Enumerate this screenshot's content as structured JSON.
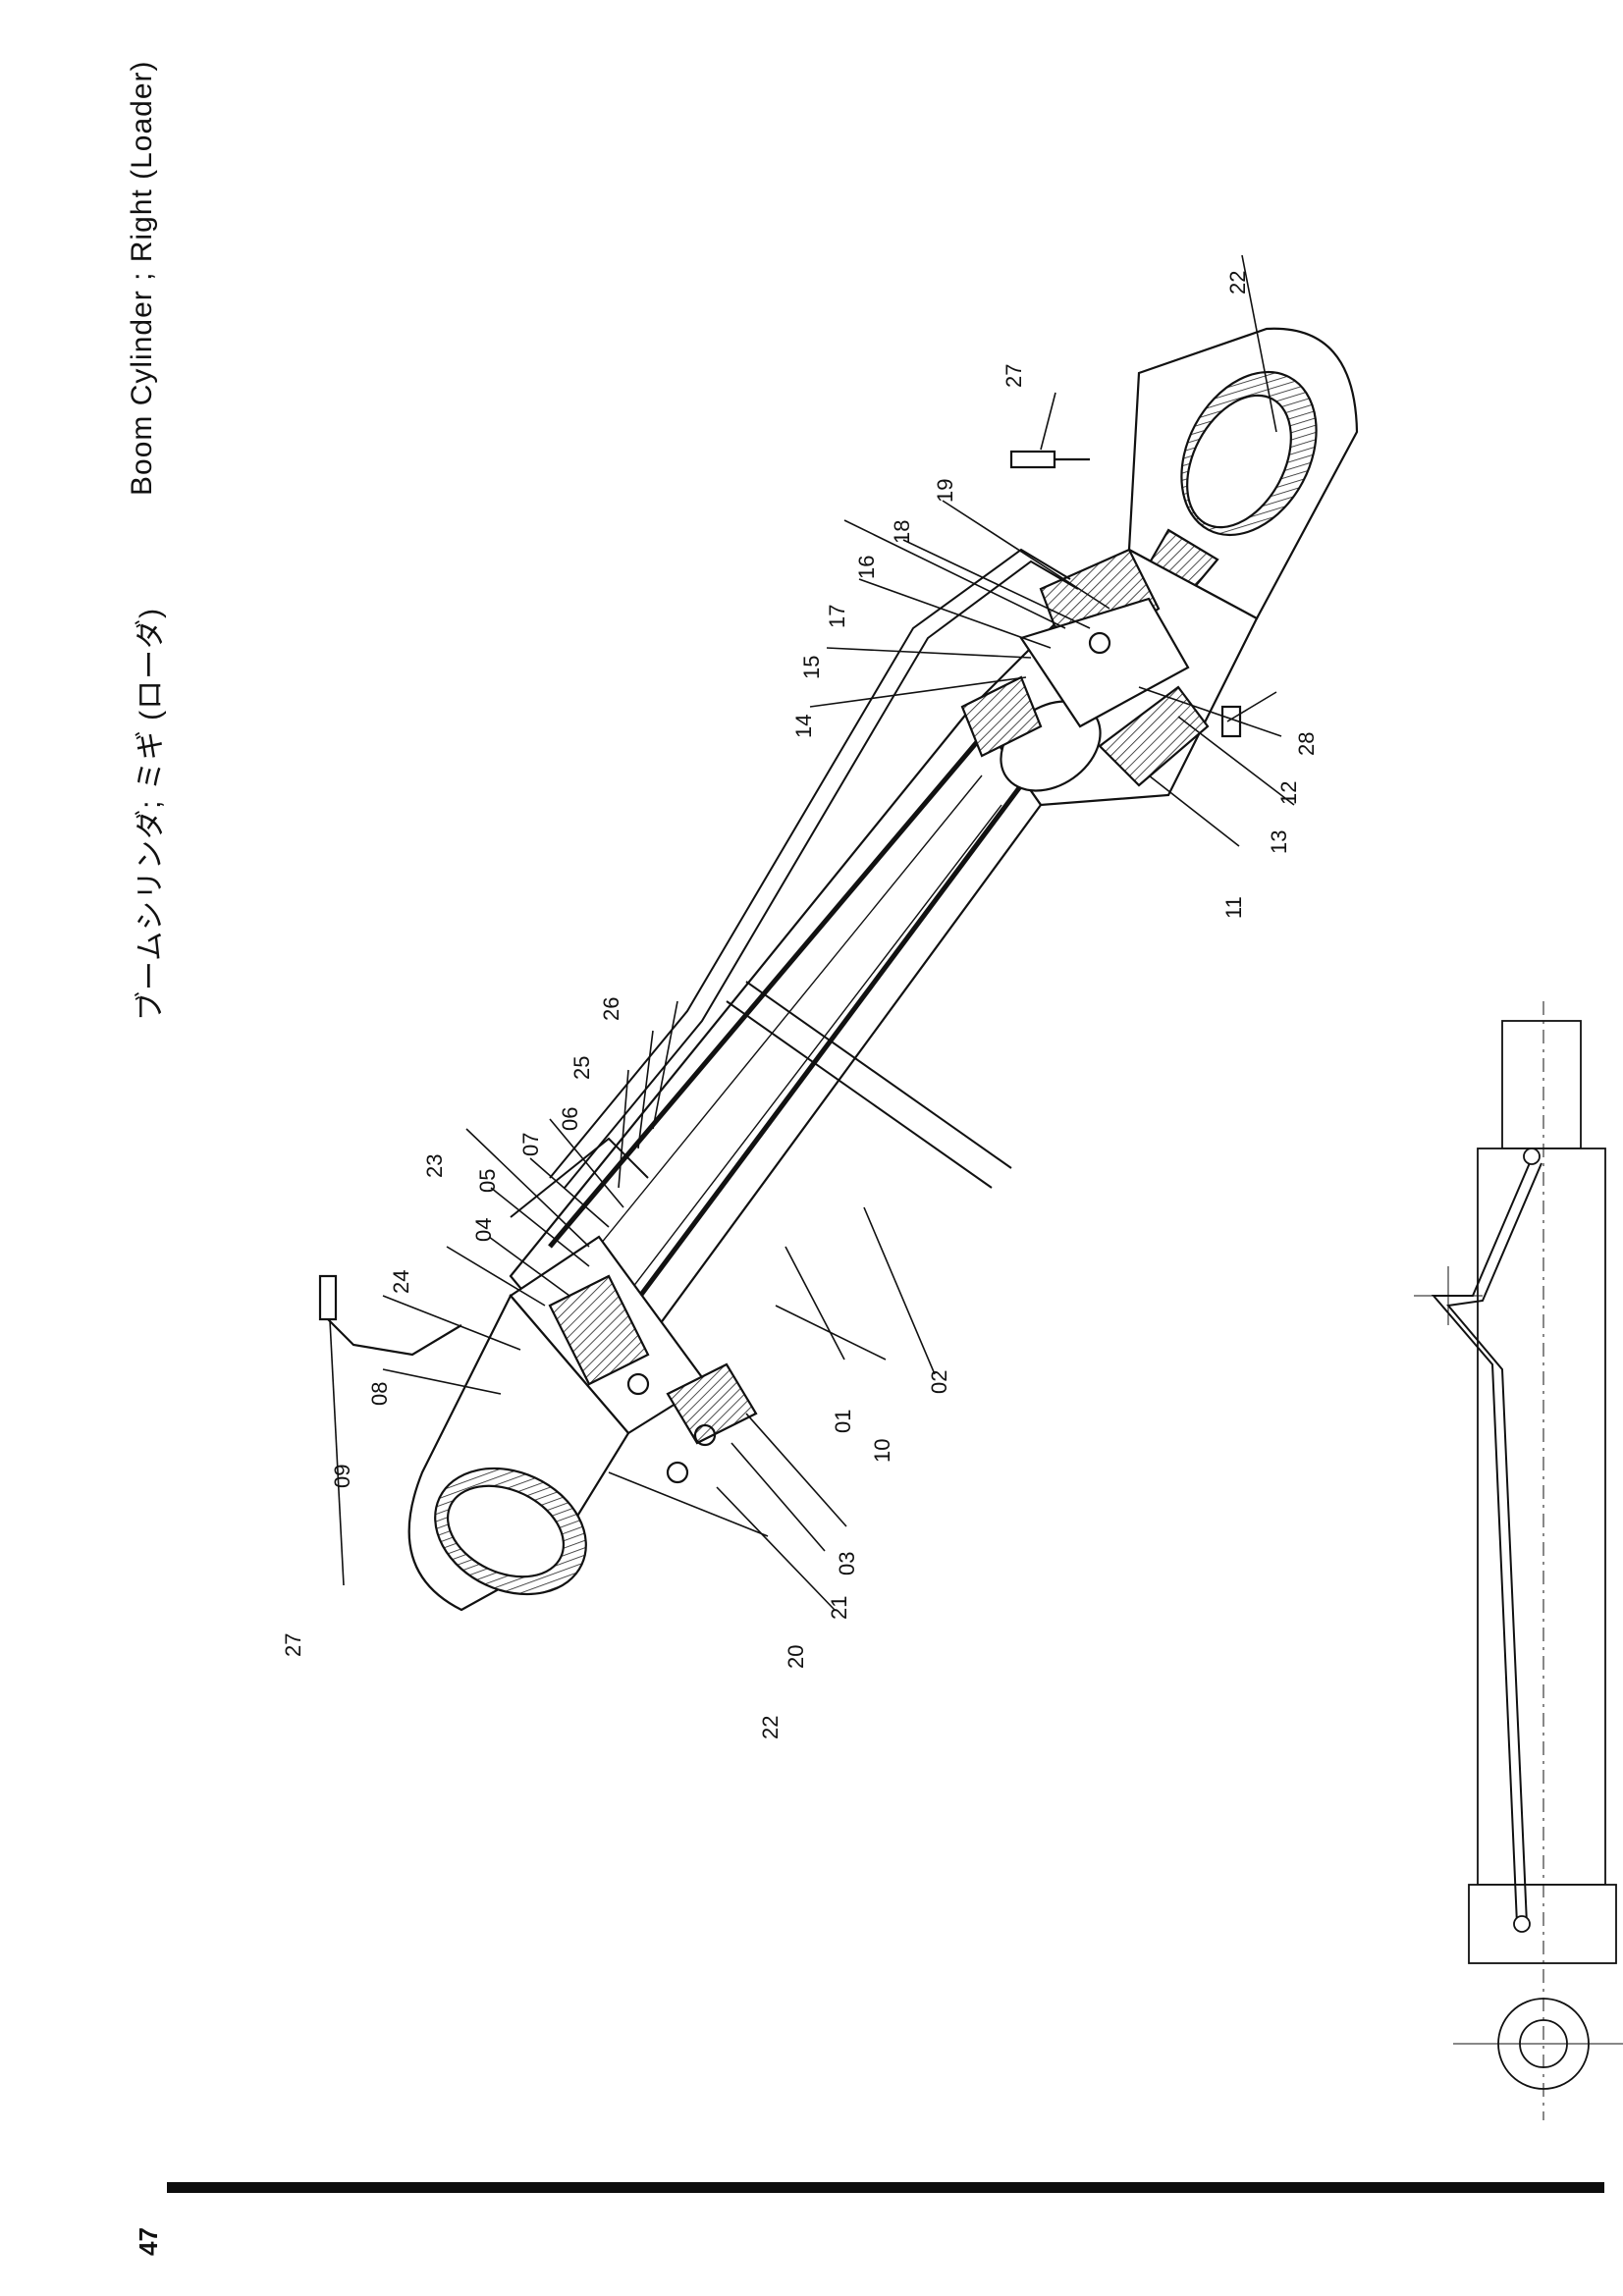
{
  "title_jp": "ブームシリンダ; ミギ (ローダ)",
  "title_en": "Boom Cylinder ; Right (Loader)",
  "page_number": "47",
  "callouts": [
    "01",
    "02",
    "03",
    "04",
    "05",
    "06",
    "07",
    "08",
    "09",
    "10",
    "11",
    "12",
    "13",
    "14",
    "15",
    "16",
    "17",
    "18",
    "19",
    "20",
    "21",
    "22",
    "23",
    "24",
    "25",
    "26",
    "27",
    "28"
  ]
}
